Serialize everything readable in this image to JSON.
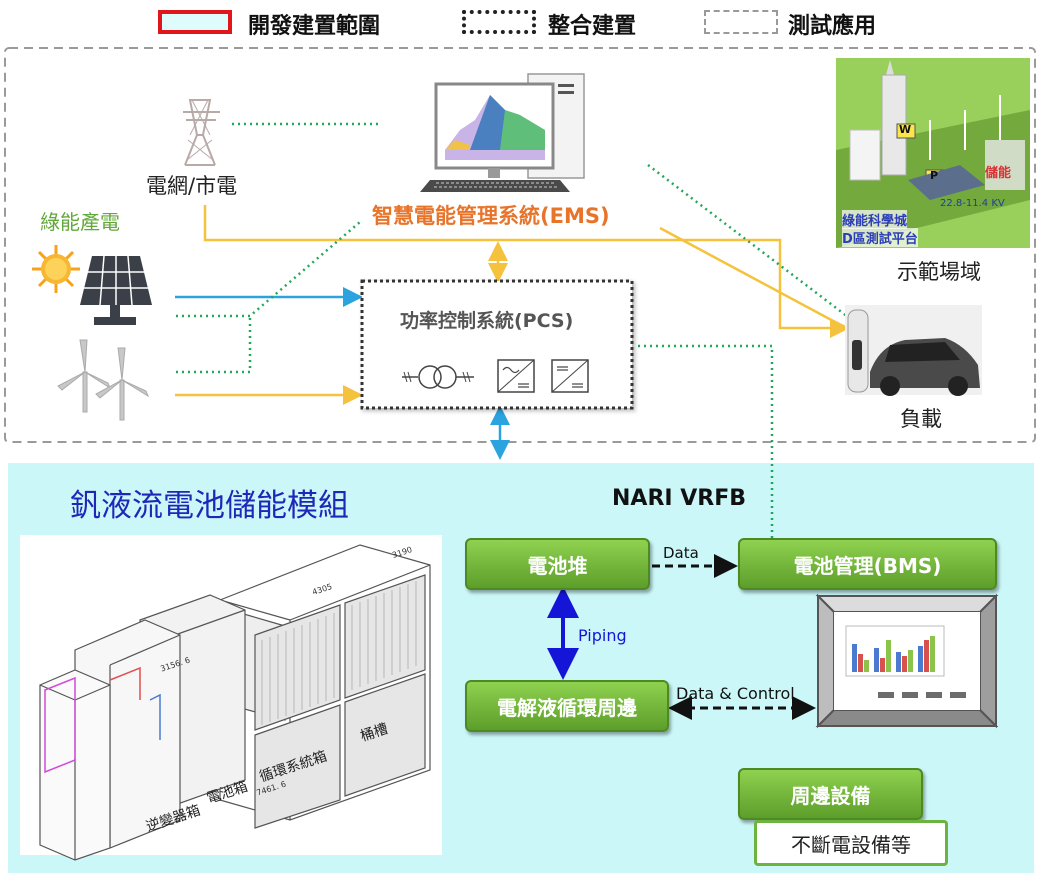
{
  "legend": {
    "dev_scope": "開發建置範圍",
    "integration": "整合建置",
    "test_application": "測試應用"
  },
  "top": {
    "grid_label": "電網/市電",
    "green_power_label": "綠能產電",
    "ems_label": "智慧電能管理系統(EMS)",
    "pcs_label": "功率控制系統(PCS)",
    "demo_site_label": "示範場域",
    "demo_photo_text": {
      "line1": "綠能科學城",
      "line2": "D區測試平台",
      "badge_w": "W",
      "badge_p": "P",
      "storage": "儲能",
      "voltage": "22.8-11.4 KV"
    },
    "load_label": "負載"
  },
  "bottom": {
    "module_title": "釩液流電池儲能模組",
    "nari_title": "NARI VRFB",
    "drawing_labels": {
      "inverter_box": "逆變器箱",
      "battery_box": "電池箱",
      "circulation_box": "循環系統箱",
      "tank": "桶槽",
      "dim_4305": "4305",
      "dim_3190": "3190",
      "dim_3156": "3156. 6",
      "dim_7461": "7461. 6"
    },
    "stack_button": "電池堆",
    "bms_button": "電池管理(BMS)",
    "electrolyte_button": "電解液循環周邊",
    "peripheral_button": "周邊設備",
    "ups_box": "不斷電設備等",
    "data_label": "Data",
    "piping_label": "Piping",
    "data_control_label": "Data & Control"
  },
  "colors": {
    "red": "#e0161b",
    "cyan_fill": "#dffcfd",
    "bottom_bg": "#cbf7f8",
    "blue_line": "#2aa3df",
    "yellow_line": "#f5c23d",
    "green_dot": "#22a65a",
    "green_btn": "#6db33f",
    "title_blue": "#1f27b8",
    "ems_orange": "#e8742a",
    "green_text": "#62a83a"
  }
}
